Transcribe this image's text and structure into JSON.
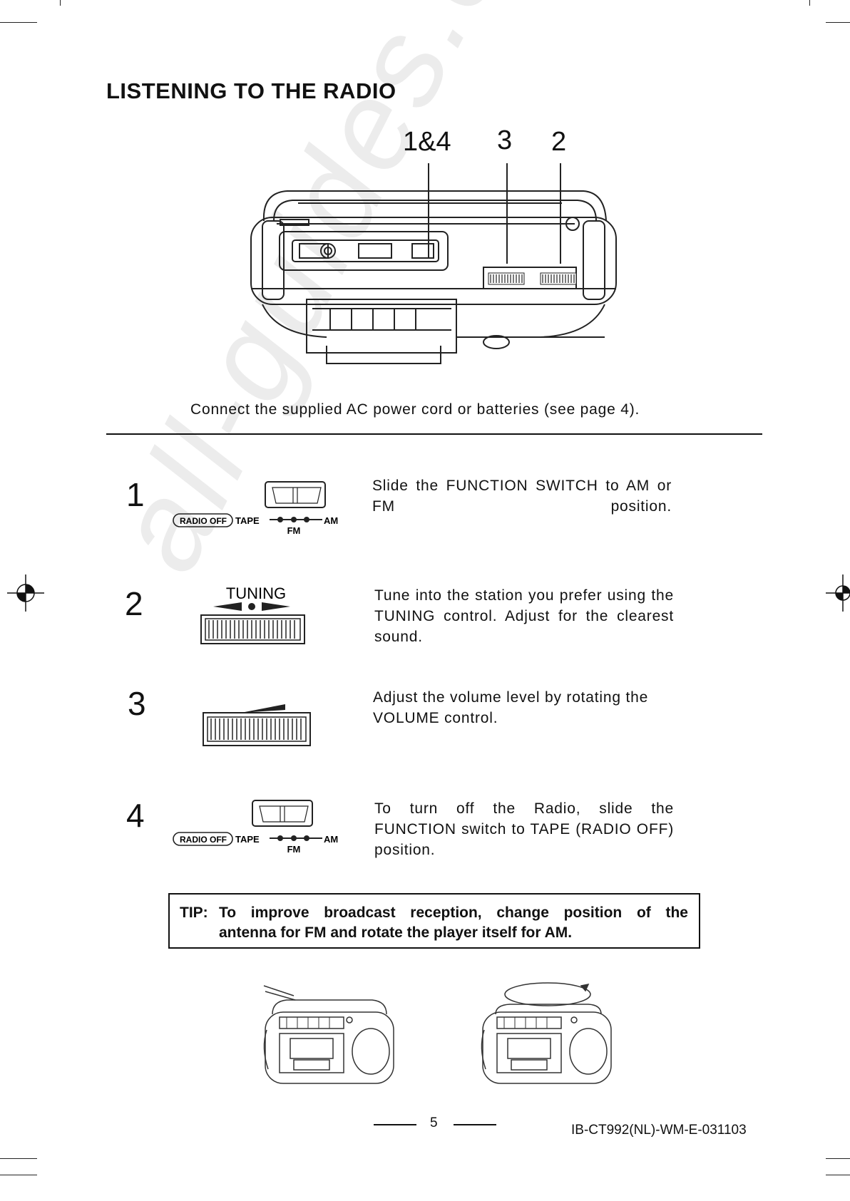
{
  "page": {
    "title": "LISTENING TO THE RADIO",
    "callouts": [
      "1&4",
      "3",
      "2"
    ],
    "connect_text": "Connect the supplied AC power cord or batteries (see page 4).",
    "watermark": "all-guides.com",
    "steps": [
      {
        "number": "1",
        "text": "Slide the FUNCTION SWITCH to AM or FM position.",
        "switch": {
          "radio_off": "RADIO OFF",
          "tape": "TAPE",
          "am": "AM",
          "fm": "FM"
        }
      },
      {
        "number": "2",
        "text": "Tune into the station you prefer using the TUNING control. Adjust for the clearest sound.",
        "dial_label": "TUNING"
      },
      {
        "number": "3",
        "text": "Adjust the volume level by rotating the VOLUME control."
      },
      {
        "number": "4",
        "text": "To turn off the Radio, slide the FUNCTION switch to TAPE (RADIO OFF) position.",
        "switch": {
          "radio_off": "RADIO OFF",
          "tape": "TAPE",
          "am": "AM",
          "fm": "FM"
        }
      }
    ],
    "tip": {
      "label": "TIP:",
      "line1": "To improve broadcast reception, change position of the",
      "line2": "antenna for  FM and rotate the player itself for AM."
    },
    "page_number": "5",
    "doc_id": "IB-CT992(NL)-WM-E-031103"
  }
}
